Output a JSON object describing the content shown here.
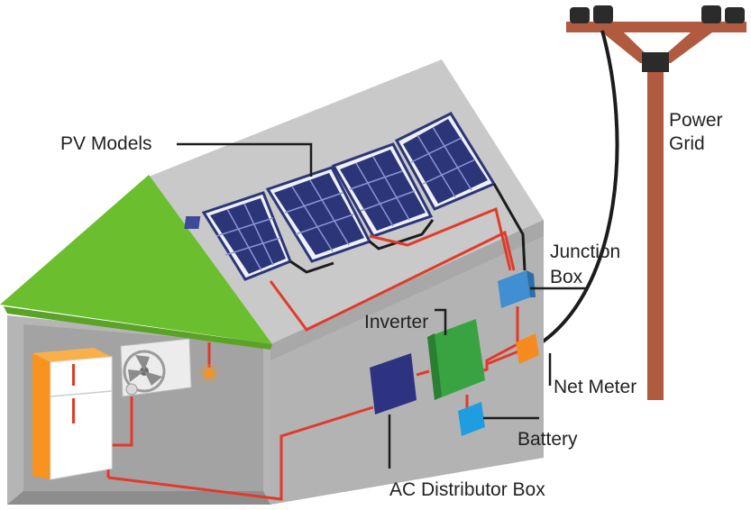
{
  "labels": {
    "pv_models": "PV Models",
    "power_grid_line1": "Power",
    "power_grid_line2": "Grid",
    "junction_box_line1": "Junction",
    "junction_box_line2": "Box",
    "inverter": "Inverter",
    "net_meter": "Net Meter",
    "battery": "Battery",
    "ac_distributor_box": "AC Distributor Box"
  },
  "colors": {
    "roof_green": "#6bbf2f",
    "roof_gray": "#c9c9c9",
    "wall_light": "#c4c4c4",
    "wall_dark": "#9a9a9a",
    "panel_blue": "#2c3577",
    "panel_cell": "#3d4a99",
    "wire_red": "#e23a2a",
    "wire_black": "#1c1c1c",
    "pole_brown": "#b05a40",
    "fridge_orange": "#f7931e",
    "inverter_green": "#3aa341",
    "junction_blue": "#3f8fd2",
    "battery_cyan": "#1e9ee0",
    "net_meter_orange": "#f58b1f",
    "ac_box_navy": "#2d3380"
  }
}
